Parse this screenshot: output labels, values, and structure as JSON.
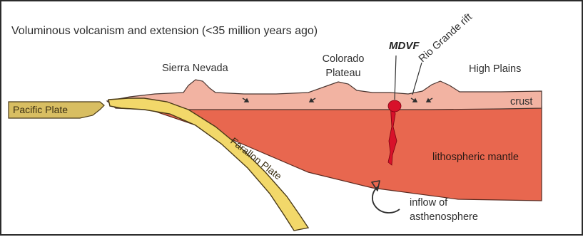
{
  "figure": {
    "title": "Voluminous volcanism and extension (<35 million years ago)",
    "labels": {
      "sierra_nevada": "Sierra Nevada",
      "colorado_plateau_line1": "Colorado",
      "colorado_plateau_line2": "Plateau",
      "mdvf": "MDVF",
      "rio_grande_rift": "Rio Grande rift",
      "high_plains": "High Plains",
      "pacific_plate": "Pacific Plate",
      "crust": "crust",
      "farallon_plate": "Farallon Plate",
      "lithospheric_mantle": "lithospheric mantle",
      "inflow_line1": "inflow of",
      "inflow_line2": "asthenosphere"
    },
    "colors": {
      "crust": "#f2b3a2",
      "lithospheric_mantle": "#e8674f",
      "plate": "#f2d86a",
      "pacific_plate": "#d8be62",
      "magma": "#d8112a",
      "outline": "#3a2d28"
    }
  }
}
